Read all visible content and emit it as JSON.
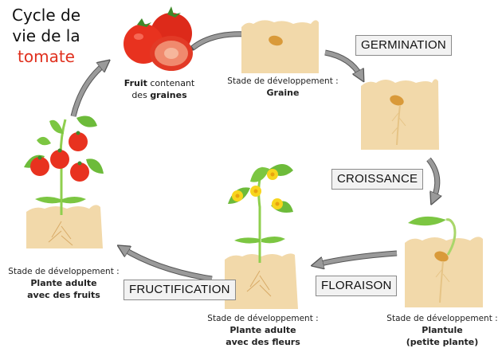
{
  "title": {
    "line1": "Cycle de",
    "line2": "vie de la",
    "accent": "tomate",
    "accent_color": "#e0301e"
  },
  "fruit": {
    "bold1": "Fruit",
    "text1": " contenant",
    "text2": "des ",
    "bold2": "graines"
  },
  "stage_label": "Stade de développement :",
  "stages": [
    {
      "id": "graine",
      "name_line1": "Graine",
      "name_line2": ""
    },
    {
      "id": "plantule",
      "name_line1": "Plantule",
      "name_line2": "(petite plante)"
    },
    {
      "id": "plante-fleurs",
      "name_line1": "Plante adulte",
      "name_line2": "avec des fleurs"
    },
    {
      "id": "plante-fruits",
      "name_line1": "Plante adulte",
      "name_line2": "avec des fruits"
    }
  ],
  "processes": [
    {
      "id": "germination",
      "label": "GERMINATION"
    },
    {
      "id": "croissance",
      "label": "CROISSANCE"
    },
    {
      "id": "floraison",
      "label": "FLORAISON"
    },
    {
      "id": "fructification",
      "label": "FRUCTIFICATION"
    }
  ],
  "colors": {
    "soil": "#f2d9aa",
    "arrow": "#9a9a9a",
    "arrow_stroke": "#555555",
    "leaf": "#7cc642",
    "tomato": "#e8321f",
    "flower": "#f7d51e",
    "seed": "#d99a3a"
  }
}
